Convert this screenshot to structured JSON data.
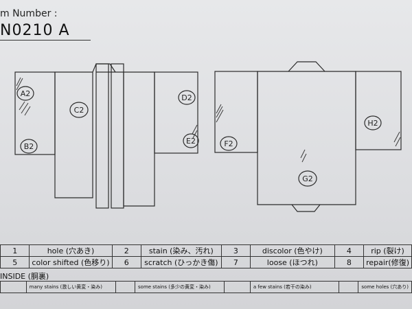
{
  "header": {
    "label": "m Number :",
    "item_number": "N0210  A"
  },
  "markers": {
    "a": "A2",
    "b": "B2",
    "c": "C2",
    "d": "D2",
    "e": "E2",
    "f": "F2",
    "g": "G2",
    "h": "H2"
  },
  "legend": [
    {
      "n1": "1",
      "t1": "hole (穴あき)",
      "n2": "2",
      "t2": "stain (染み、汚れ)",
      "n3": "3",
      "t3": "discolor (色やけ)",
      "n4": "4",
      "t4": "rip (裂け)"
    },
    {
      "n1": "5",
      "t1": "color shifted (色移り)",
      "n2": "6",
      "t2": "scratch (ひっかき傷)",
      "n3": "7",
      "t3": "loose (ほつれ)",
      "n4": "8",
      "t4": "repair(修復)"
    }
  ],
  "inside": {
    "label": "INSIDE (胴裏)",
    "options": [
      "many stains (激しい黄変・染み)",
      "some stains (多少の黄変・染み)",
      "a few stains (若干の染み)",
      "some holes (穴あり)"
    ]
  }
}
